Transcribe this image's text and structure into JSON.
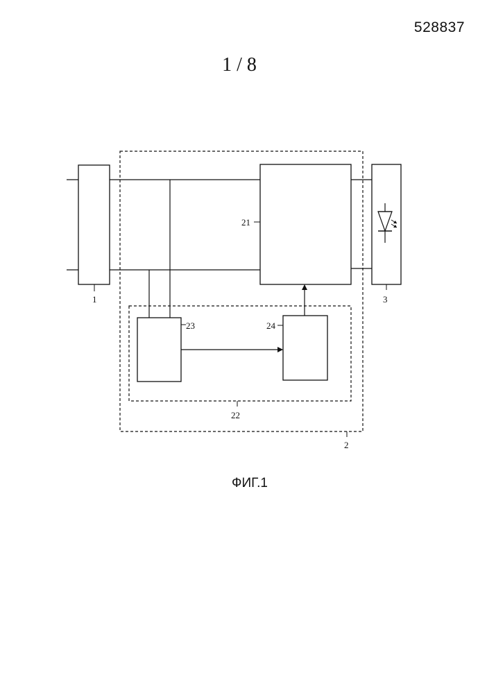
{
  "header": {
    "document_number": "528837",
    "sheet": "1 / 8"
  },
  "diagram": {
    "labels": {
      "block_1": "1",
      "block_2": "2",
      "block_3": "3",
      "block_21": "21",
      "block_22": "22",
      "block_23": "23",
      "block_24": "24"
    }
  },
  "caption": "ФИГ.1"
}
